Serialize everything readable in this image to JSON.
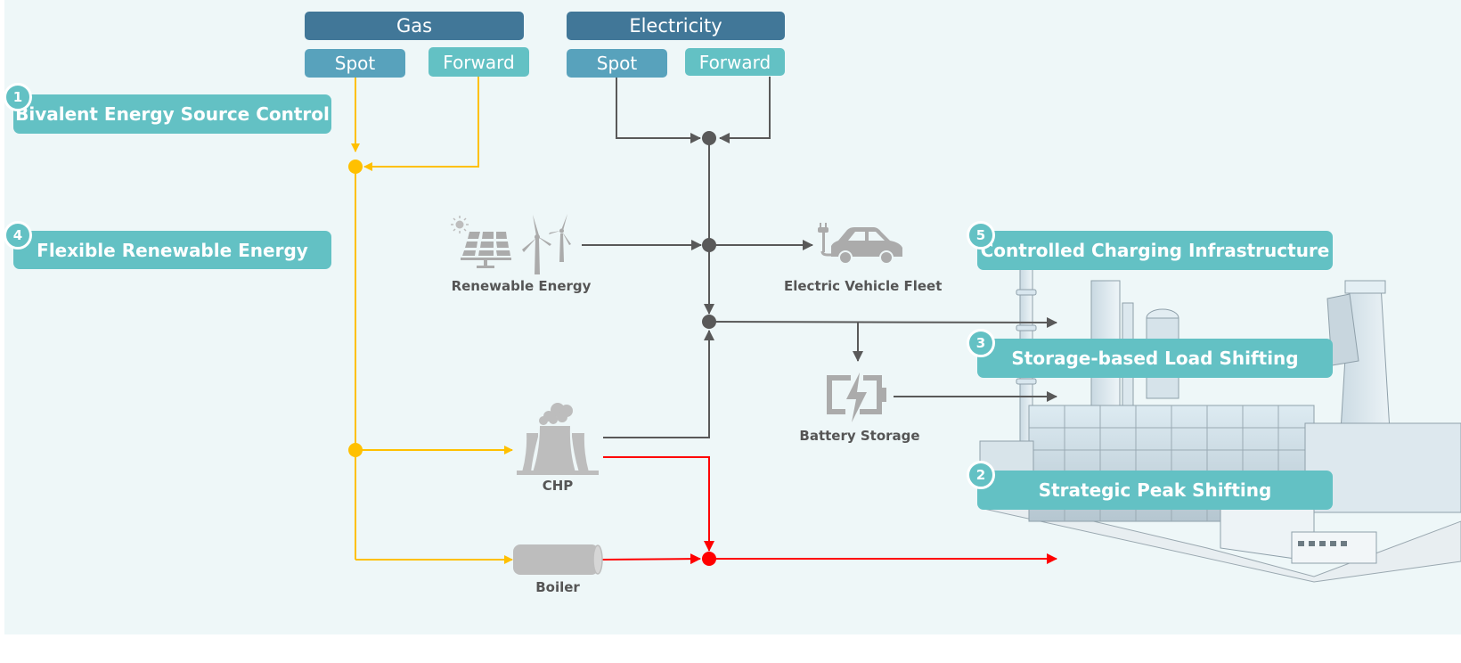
{
  "markets": {
    "gas": {
      "title": "Gas",
      "spot": "Spot",
      "forward": "Forward"
    },
    "electricity": {
      "title": "Electricity",
      "spot": "Spot",
      "forward": "Forward"
    }
  },
  "strategies": [
    {
      "number": "1",
      "label": "Bivalent Energy Source Control"
    },
    {
      "number": "4",
      "label": "Flexible Renewable Energy"
    },
    {
      "number": "5",
      "label": "Controlled Charging Infrastructure"
    },
    {
      "number": "3",
      "label": "Storage-based Load Shifting"
    },
    {
      "number": "2",
      "label": "Strategic Peak Shifting"
    }
  ],
  "assets": {
    "renewable": {
      "label": "Renewable Energy",
      "icons": [
        "solar-panel-icon",
        "wind-turbine-icon"
      ]
    },
    "ev": {
      "label": "Electric Vehicle Fleet",
      "icons": [
        "ev-car-icon"
      ]
    },
    "battery": {
      "label": "Battery Storage",
      "icons": [
        "battery-icon"
      ]
    },
    "chp": {
      "label": "CHP",
      "icons": [
        "cooling-tower-icon"
      ]
    },
    "boiler": {
      "label": "Boiler",
      "icons": [
        "boiler-icon"
      ]
    },
    "plant": {
      "icons": [
        "industrial-plant-icon"
      ]
    }
  },
  "colors": {
    "background": "#EEF7F8",
    "market_header": "#417798",
    "spot": "#58A2BC",
    "forward": "#63C1C4",
    "strategy": "#63C1C4",
    "gas_flow": "#FFC000",
    "electricity_flow": "#595959",
    "heat_flow": "#FF0000",
    "icon_gray": "#BDBDBD"
  }
}
